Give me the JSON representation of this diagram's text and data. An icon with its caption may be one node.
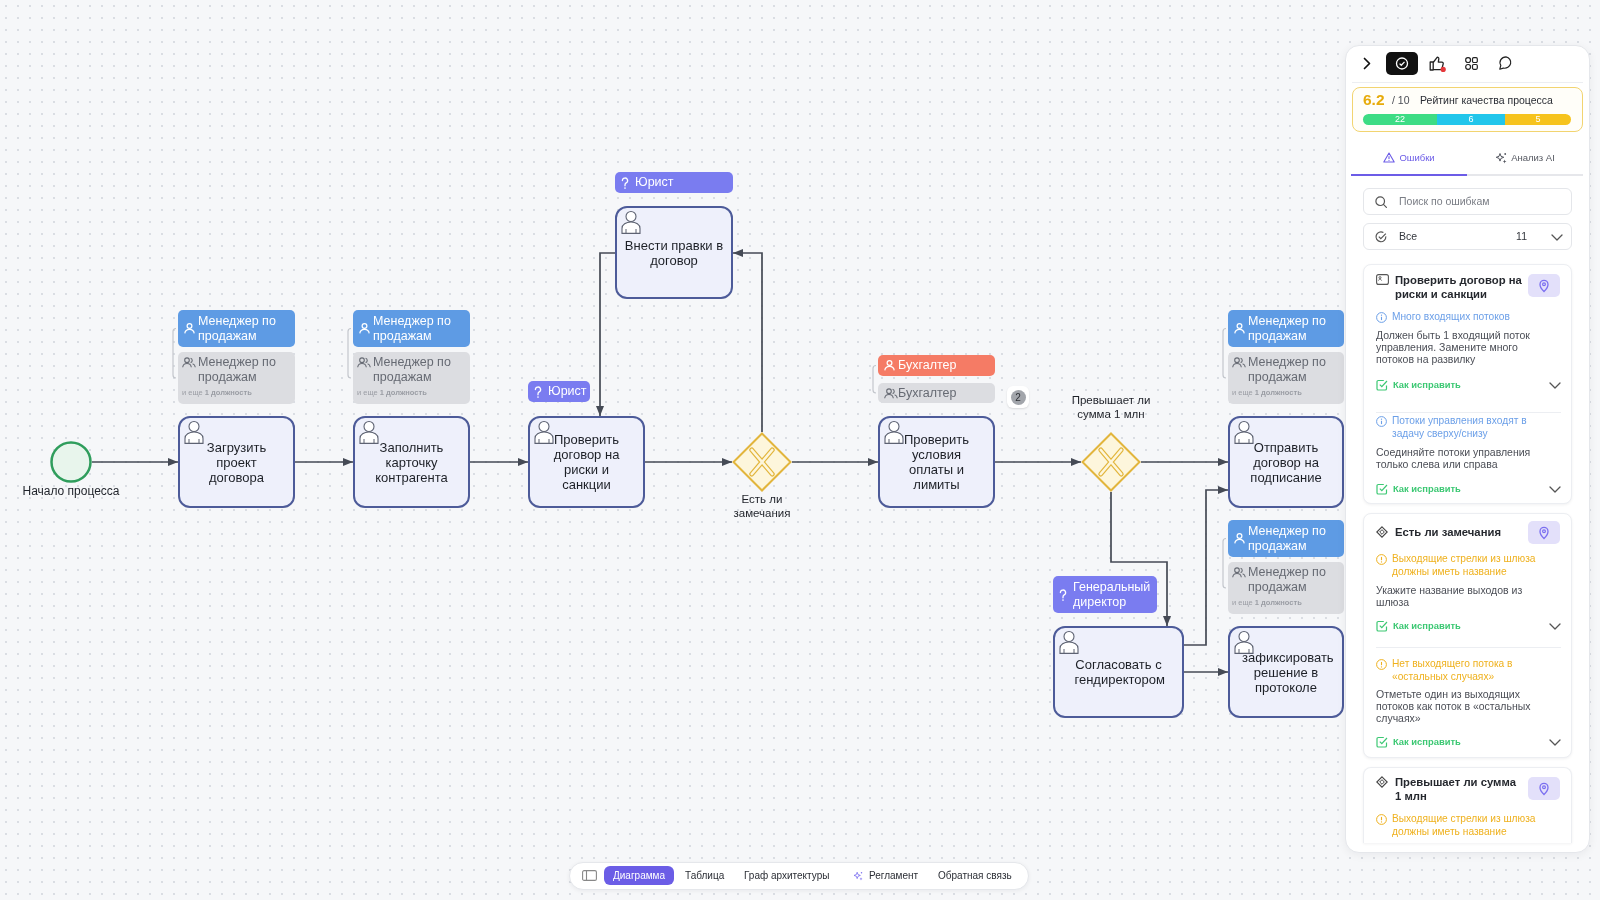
{
  "diagram": {
    "nodes": [
      {
        "text": [],
        "shape": "circle",
        "beside": [
          "Начало процесса"
        ]
      },
      {
        "text": [
          "Менеджер по продажам"
        ]
      },
      {
        "text": [
          "Менеджер по продажам",
          "и еще **1 должность**"
        ]
      },
      {
        "text": [
          "Загрузить проект договора"
        ]
      },
      {
        "text": [
          "Менеджер по продажам"
        ]
      },
      {
        "text": [
          "Менеджер по продажам",
          "и еще **1 должность**"
        ]
      },
      {
        "text": [
          "Заполнить карточку контрагента"
        ]
      },
      {
        "text": [
          "Юрист"
        ]
      },
      {
        "text": [
          "Внести правки в договор"
        ]
      },
      {
        "text": [
          "Юрист"
        ]
      },
      {
        "text": [
          "Проверить договор на риски и санкции"
        ]
      },
      {
        "text": [],
        "shape": "diamond",
        "beside": [
          "Есть ли замечания"
        ]
      },
      {
        "text": [
          "Бухгалтер"
        ]
      },
      {
        "text": [
          "Бухгалтер"
        ]
      },
      {
        "text": [
          "Проверить условия оплаты и лимиты"
        ]
      },
      {
        "text": [],
        "shape": "diamond",
        "beside": [
          "Превышает ли сумма 1 млн"
        ]
      },
      {
        "text": [
          "Менеджер по продажам"
        ]
      },
      {
        "text": [
          "Менеджер по продажам",
          "и еще **1 должность**"
        ]
      },
      {
        "text": [
          "Отправить договор на подписание"
        ]
      },
      {
        "text": [
          "Менеджер по продажам"
        ]
      },
      {
        "text": [
          "Менеджер по продажам",
          "и еще **1 должность**"
        ]
      },
      {
        "text": [
          "Генеральный директор"
        ]
      },
      {
        "text": [
          "Согласовать с гендиректором"
        ]
      },
      {
        "text": [
          "зафиксировать решение в протоколе"
        ]
      },
      {
        "text": [
          "6.2",
          "/ 10",
          "Рейтинг качества процесса"
        ]
      },
      {
        "text": [
          "22"
        ],
        "in": 24
      },
      {
        "text": [
          "6"
        ],
        "in": 24
      },
      {
        "text": [
          "5"
        ],
        "in": 24
      },
      {
        "text": [
          "Проверить договор на риски и санкции",
          "Много входящих потоков",
          "Должен быть 1 входящий поток управления. Замените много потоков на развилку",
          "Как исправить",
          "Потоки управления входят в задачу сверху/снизу",
          "Соединяйте потоки управления только слева или справа",
          "Как исправить"
        ]
      },
      {
        "text": [
          "Есть ли замечания",
          "Выходящие стрелки из шлюза должны иметь название",
          "Укажите название выходов из шлюза",
          "Как исправить",
          "Нет выходящего потока в «остальных случаях»",
          "Отметьте один из выходящих потоков как поток в «остальных случаях»",
          "Как исправить"
        ]
      },
      {
        "text": [
          "Превышает ли сумма 1 млн",
          "Выходящие стрелки из шлюза должны иметь название"
        ]
      }
    ],
    "edges": [
      {
        "from": 0,
        "to": 3,
        "arrow": "to"
      },
      {
        "from": 3,
        "to": 6,
        "arrow": "to"
      },
      {
        "from": 6,
        "to": 10,
        "arrow": "to"
      },
      {
        "from": 10,
        "to": 11,
        "arrow": "to"
      },
      {
        "from": 11,
        "to": 14,
        "arrow": "to"
      },
      {
        "from": 11,
        "to": 8,
        "arrow": "to"
      },
      {
        "from": 8,
        "to": 10,
        "arrow": "to"
      },
      {
        "from": 14,
        "to": 15,
        "arrow": "to"
      },
      {
        "from": 15,
        "to": 18,
        "arrow": "to"
      },
      {
        "from": 15,
        "to": 22,
        "arrow": "to"
      },
      {
        "from": 22,
        "to": 18,
        "arrow": "to"
      },
      {
        "from": 22,
        "to": 23,
        "arrow": "to"
      }
    ],
    "labels": [
      "2",
      "Ошибки",
      "Анализ AI",
      "Поиск по ошибкам",
      "Все",
      "11",
      "Диаграмма",
      "Таблица",
      "Граф архитектуры",
      "Регламент",
      "Обратная связь"
    ]
  }
}
